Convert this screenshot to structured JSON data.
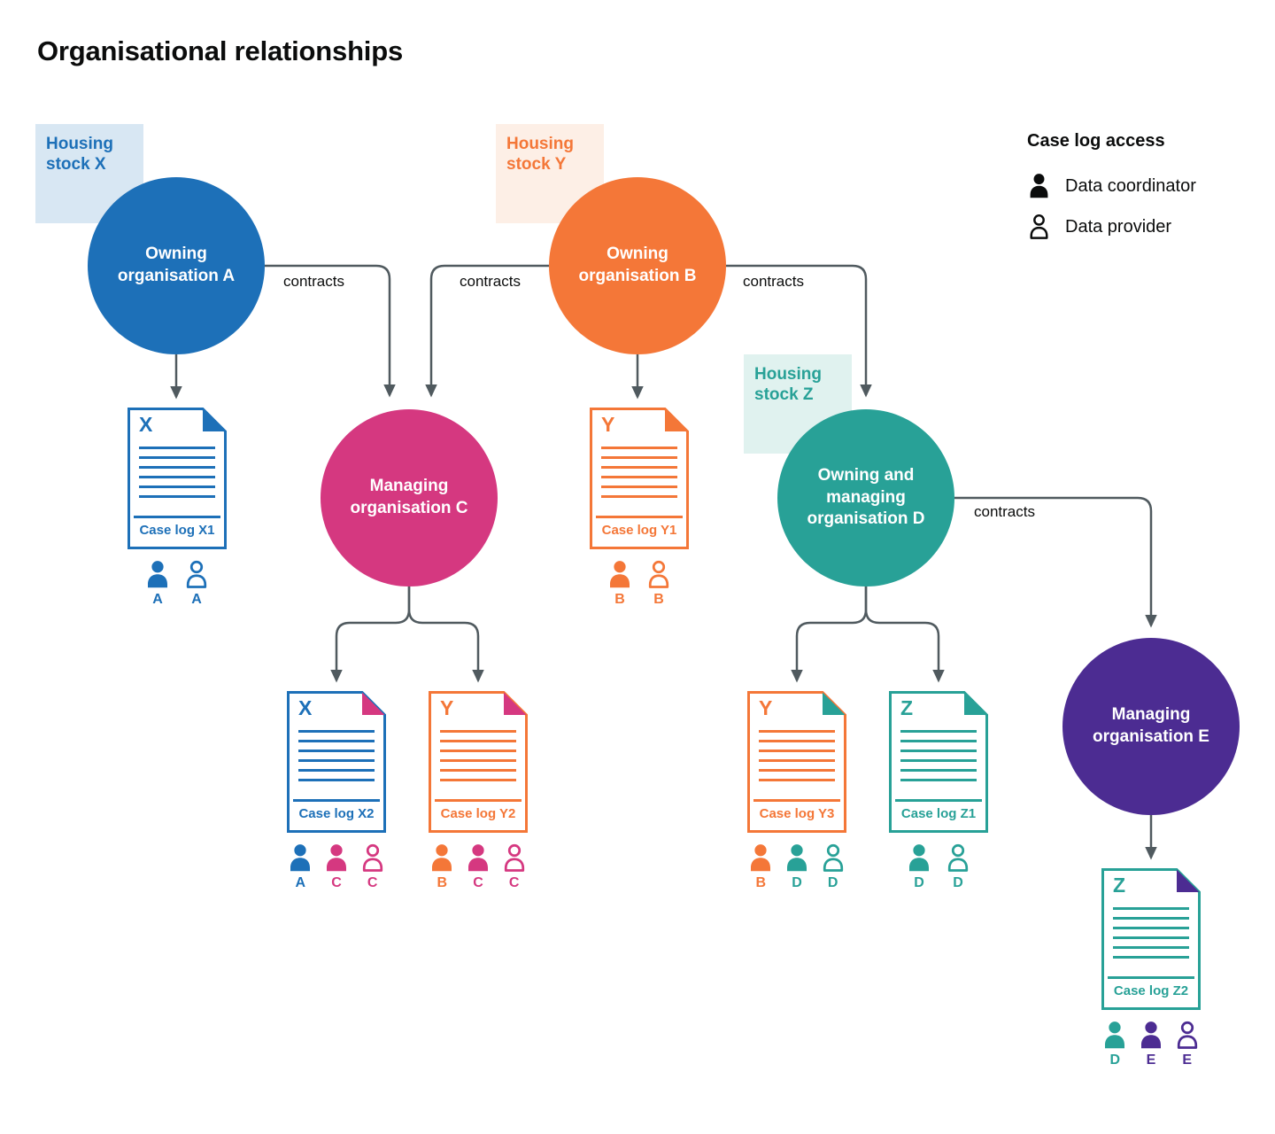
{
  "title": "Organisational relationships",
  "legend": {
    "title": "Case log access",
    "items": [
      {
        "icon": "person-filled-icon",
        "label": "Data coordinator"
      },
      {
        "icon": "person-outline-icon",
        "label": "Data provider"
      }
    ]
  },
  "colors": {
    "blue": "#1d70b8",
    "orange": "#f47738",
    "pink": "#d53880",
    "teal": "#28a197",
    "purple": "#4c2c92",
    "ink": "#0b0c0c",
    "arrow": "#505a5f",
    "blue_tint": "#d8e7f3",
    "orange_tint": "#fdefe6",
    "teal_tint": "#e0f2ef"
  },
  "housing_stocks": [
    {
      "id": "X",
      "label": "Housing stock X",
      "color": "blue"
    },
    {
      "id": "Y",
      "label": "Housing stock Y",
      "color": "orange"
    },
    {
      "id": "Z",
      "label": "Housing stock Z",
      "color": "teal"
    }
  ],
  "organisations": [
    {
      "id": "A",
      "label": "Owning organisation A",
      "color": "blue"
    },
    {
      "id": "B",
      "label": "Owning organisation B",
      "color": "orange"
    },
    {
      "id": "C",
      "label": "Managing organisation C",
      "color": "pink"
    },
    {
      "id": "D",
      "label": "Owning and managing organisation D",
      "color": "teal"
    },
    {
      "id": "E",
      "label": "Managing organisation E",
      "color": "purple"
    }
  ],
  "connections": [
    {
      "from": "Owning organisation A",
      "to": "Case log X1",
      "label": ""
    },
    {
      "from": "Owning organisation A",
      "to": "Managing organisation C",
      "label": "contracts"
    },
    {
      "from": "Owning organisation B",
      "to": "Managing organisation C",
      "label": "contracts"
    },
    {
      "from": "Owning organisation B",
      "to": "Case log Y1",
      "label": ""
    },
    {
      "from": "Owning organisation B",
      "to": "Owning and managing organisation D",
      "label": "contracts"
    },
    {
      "from": "Managing organisation C",
      "to": "Case log X2",
      "label": ""
    },
    {
      "from": "Managing organisation C",
      "to": "Case log Y2",
      "label": ""
    },
    {
      "from": "Owning and managing organisation D",
      "to": "Case log Y3",
      "label": ""
    },
    {
      "from": "Owning and managing organisation D",
      "to": "Case log Z1",
      "label": ""
    },
    {
      "from": "Owning and managing organisation D",
      "to": "Managing organisation E",
      "label": "contracts"
    },
    {
      "from": "Managing organisation E",
      "to": "Case log Z2",
      "label": ""
    }
  ],
  "case_logs": [
    {
      "id": "X1",
      "stock_letter": "X",
      "label": "Case log X1",
      "doc_color": "blue",
      "fold_color": "blue",
      "access": [
        {
          "role": "Data coordinator",
          "org": "A",
          "color": "blue"
        },
        {
          "role": "Data provider",
          "org": "A",
          "color": "blue"
        }
      ]
    },
    {
      "id": "Y1",
      "stock_letter": "Y",
      "label": "Case log Y1",
      "doc_color": "orange",
      "fold_color": "orange",
      "access": [
        {
          "role": "Data coordinator",
          "org": "B",
          "color": "orange"
        },
        {
          "role": "Data provider",
          "org": "B",
          "color": "orange"
        }
      ]
    },
    {
      "id": "X2",
      "stock_letter": "X",
      "label": "Case log X2",
      "doc_color": "blue",
      "fold_color": "pink",
      "access": [
        {
          "role": "Data coordinator",
          "org": "A",
          "color": "blue"
        },
        {
          "role": "Data coordinator",
          "org": "C",
          "color": "pink"
        },
        {
          "role": "Data provider",
          "org": "C",
          "color": "pink"
        }
      ]
    },
    {
      "id": "Y2",
      "stock_letter": "Y",
      "label": "Case log Y2",
      "doc_color": "orange",
      "fold_color": "pink",
      "access": [
        {
          "role": "Data coordinator",
          "org": "B",
          "color": "orange"
        },
        {
          "role": "Data coordinator",
          "org": "C",
          "color": "pink"
        },
        {
          "role": "Data provider",
          "org": "C",
          "color": "pink"
        }
      ]
    },
    {
      "id": "Y3",
      "stock_letter": "Y",
      "label": "Case log Y3",
      "doc_color": "orange",
      "fold_color": "teal",
      "access": [
        {
          "role": "Data coordinator",
          "org": "B",
          "color": "orange"
        },
        {
          "role": "Data coordinator",
          "org": "D",
          "color": "teal"
        },
        {
          "role": "Data provider",
          "org": "D",
          "color": "teal"
        }
      ]
    },
    {
      "id": "Z1",
      "stock_letter": "Z",
      "label": "Case log Z1",
      "doc_color": "teal",
      "fold_color": "teal",
      "access": [
        {
          "role": "Data coordinator",
          "org": "D",
          "color": "teal"
        },
        {
          "role": "Data provider",
          "org": "D",
          "color": "teal"
        }
      ]
    },
    {
      "id": "Z2",
      "stock_letter": "Z",
      "label": "Case log Z2",
      "doc_color": "teal",
      "fold_color": "purple",
      "access": [
        {
          "role": "Data coordinator",
          "org": "D",
          "color": "teal"
        },
        {
          "role": "Data coordinator",
          "org": "E",
          "color": "purple"
        },
        {
          "role": "Data provider",
          "org": "E",
          "color": "purple"
        }
      ]
    }
  ]
}
